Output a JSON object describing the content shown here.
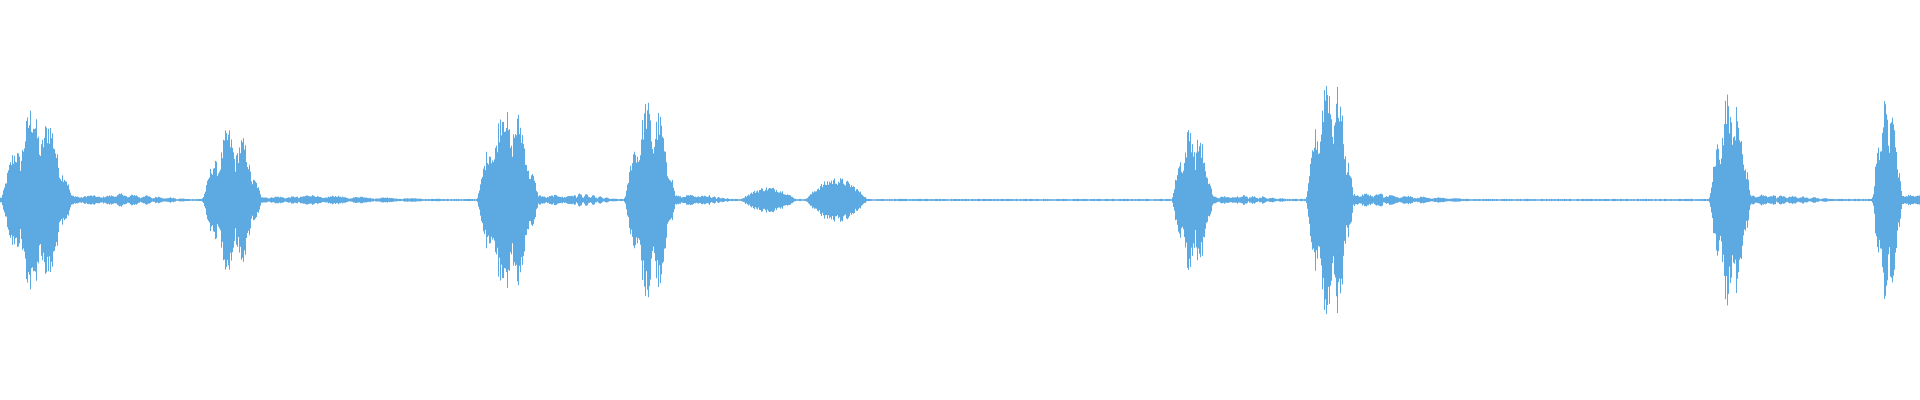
{
  "waveform": {
    "color": "#5da9e2",
    "background": "#ffffff",
    "baseline_amplitude": 0.006,
    "segments": [
      {
        "start": 0.0,
        "end": 0.06,
        "kind": "burst",
        "peak": 0.52
      },
      {
        "start": 0.06,
        "end": 0.105,
        "kind": "tail",
        "peak": 0.04
      },
      {
        "start": 0.105,
        "end": 0.155,
        "kind": "burst",
        "peak": 0.4
      },
      {
        "start": 0.155,
        "end": 0.248,
        "kind": "tail",
        "peak": 0.03
      },
      {
        "start": 0.248,
        "end": 0.3,
        "kind": "burst",
        "peak": 0.55
      },
      {
        "start": 0.3,
        "end": 0.325,
        "kind": "tail",
        "peak": 0.04
      },
      {
        "start": 0.325,
        "end": 0.368,
        "kind": "burst",
        "peak": 0.56
      },
      {
        "start": 0.368,
        "end": 0.385,
        "kind": "tail",
        "peak": 0.03
      },
      {
        "start": 0.385,
        "end": 0.415,
        "kind": "blob",
        "peak": 0.07
      },
      {
        "start": 0.419,
        "end": 0.452,
        "kind": "blob",
        "peak": 0.12
      },
      {
        "start": 0.452,
        "end": 0.61,
        "kind": "quiet",
        "peak": 0.005
      },
      {
        "start": 0.61,
        "end": 0.645,
        "kind": "burst",
        "peak": 0.42
      },
      {
        "start": 0.645,
        "end": 0.68,
        "kind": "tail",
        "peak": 0.03
      },
      {
        "start": 0.68,
        "end": 0.72,
        "kind": "burst",
        "peak": 0.72
      },
      {
        "start": 0.72,
        "end": 0.78,
        "kind": "tail",
        "peak": 0.03
      },
      {
        "start": 0.78,
        "end": 0.89,
        "kind": "quiet",
        "peak": 0.005
      },
      {
        "start": 0.89,
        "end": 0.925,
        "kind": "burst",
        "peak": 0.6
      },
      {
        "start": 0.925,
        "end": 0.965,
        "kind": "tail",
        "peak": 0.03
      },
      {
        "start": 0.975,
        "end": 1.0,
        "kind": "burst",
        "peak": 0.62
      }
    ]
  }
}
